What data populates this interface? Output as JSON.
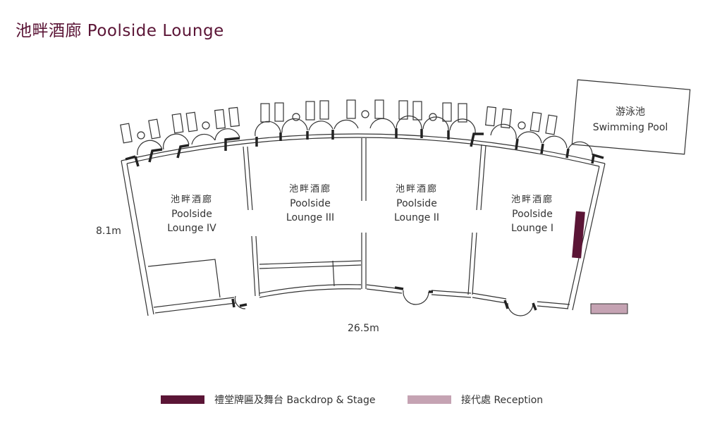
{
  "title": "池畔酒廊 Poolside Lounge",
  "rooms": [
    {
      "cn": "池畔酒廊",
      "en1": "Poolside",
      "en2": "Lounge IV"
    },
    {
      "cn": "池畔酒廊",
      "en1": "Poolside",
      "en2": "Lounge III"
    },
    {
      "cn": "池畔酒廊",
      "en1": "Poolside",
      "en2": "Lounge II"
    },
    {
      "cn": "池畔酒廊",
      "en1": "Poolside",
      "en2": "Lounge I"
    }
  ],
  "dimensions": {
    "height": "8.1m",
    "width": "26.5m"
  },
  "pool": {
    "cn": "游泳池",
    "en": "Swimming Pool"
  },
  "legend": [
    {
      "label": "禮堂牌匾及舞台 Backdrop & Stage",
      "color": "#5b1536"
    },
    {
      "label": "接代處 Reception",
      "color": "#c5a3b3"
    }
  ],
  "colors": {
    "stage": "#5b1536",
    "reception": "#c5a3b3",
    "line": "#333333"
  }
}
